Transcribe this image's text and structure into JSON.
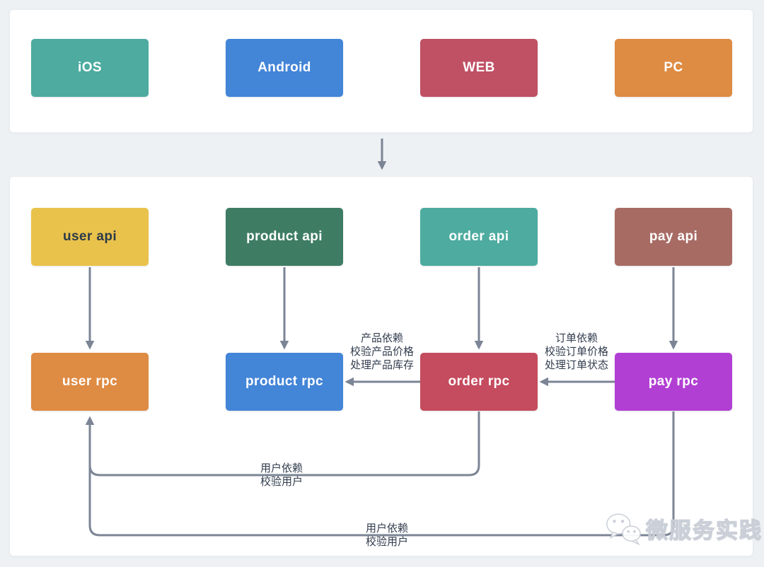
{
  "colors": {
    "canvas_bg": "#eef1f4",
    "panel_bg": "#ffffff",
    "panel_border": "#e8ebef",
    "line": "#7b8595",
    "annotation_text": "#323d4e",
    "watermark_outline": "#c9ced6"
  },
  "nodes": {
    "ios": {
      "label": "iOS",
      "bg": "#4dab9f",
      "fg": "#ffffff"
    },
    "android": {
      "label": "Android",
      "bg": "#4385d7",
      "fg": "#ffffff"
    },
    "web": {
      "label": "WEB",
      "bg": "#c05064",
      "fg": "#ffffff"
    },
    "pc": {
      "label": "PC",
      "bg": "#de8b43",
      "fg": "#ffffff"
    },
    "user_api": {
      "label": "user api",
      "bg": "#e9c24b",
      "fg": "#2c3a49"
    },
    "product_api": {
      "label": "product api",
      "bg": "#3e7d64",
      "fg": "#ffffff"
    },
    "order_api": {
      "label": "order api",
      "bg": "#4dab9f",
      "fg": "#ffffff"
    },
    "pay_api": {
      "label": "pay api",
      "bg": "#a76b63",
      "fg": "#ffffff"
    },
    "user_rpc": {
      "label": "user rpc",
      "bg": "#de8b43",
      "fg": "#ffffff"
    },
    "product_rpc": {
      "label": "product rpc",
      "bg": "#4385d7",
      "fg": "#ffffff"
    },
    "order_rpc": {
      "label": "order rpc",
      "bg": "#c54b5e",
      "fg": "#ffffff"
    },
    "pay_rpc": {
      "label": "pay rpc",
      "bg": "#b23fd4",
      "fg": "#ffffff"
    }
  },
  "edges": [
    {
      "from": "clients panel",
      "to": "services panel"
    },
    {
      "from": "user api",
      "to": "user rpc"
    },
    {
      "from": "product api",
      "to": "product rpc"
    },
    {
      "from": "order api",
      "to": "order rpc"
    },
    {
      "from": "pay api",
      "to": "pay rpc"
    },
    {
      "from": "order rpc",
      "to": "product rpc",
      "label": [
        "产品依赖",
        "校验产品价格",
        "处理产品库存"
      ]
    },
    {
      "from": "pay rpc",
      "to": "order rpc",
      "label": [
        "订单依赖",
        "校验订单价格",
        "处理订单状态"
      ]
    },
    {
      "from": "order rpc",
      "to": "user rpc",
      "label": [
        "用户依赖",
        "校验用户"
      ]
    },
    {
      "from": "pay rpc",
      "to": "user rpc",
      "label": [
        "用户依赖",
        "校验用户"
      ]
    }
  ],
  "watermark": {
    "icon": "wechat-icon",
    "text": "微服务实践"
  }
}
